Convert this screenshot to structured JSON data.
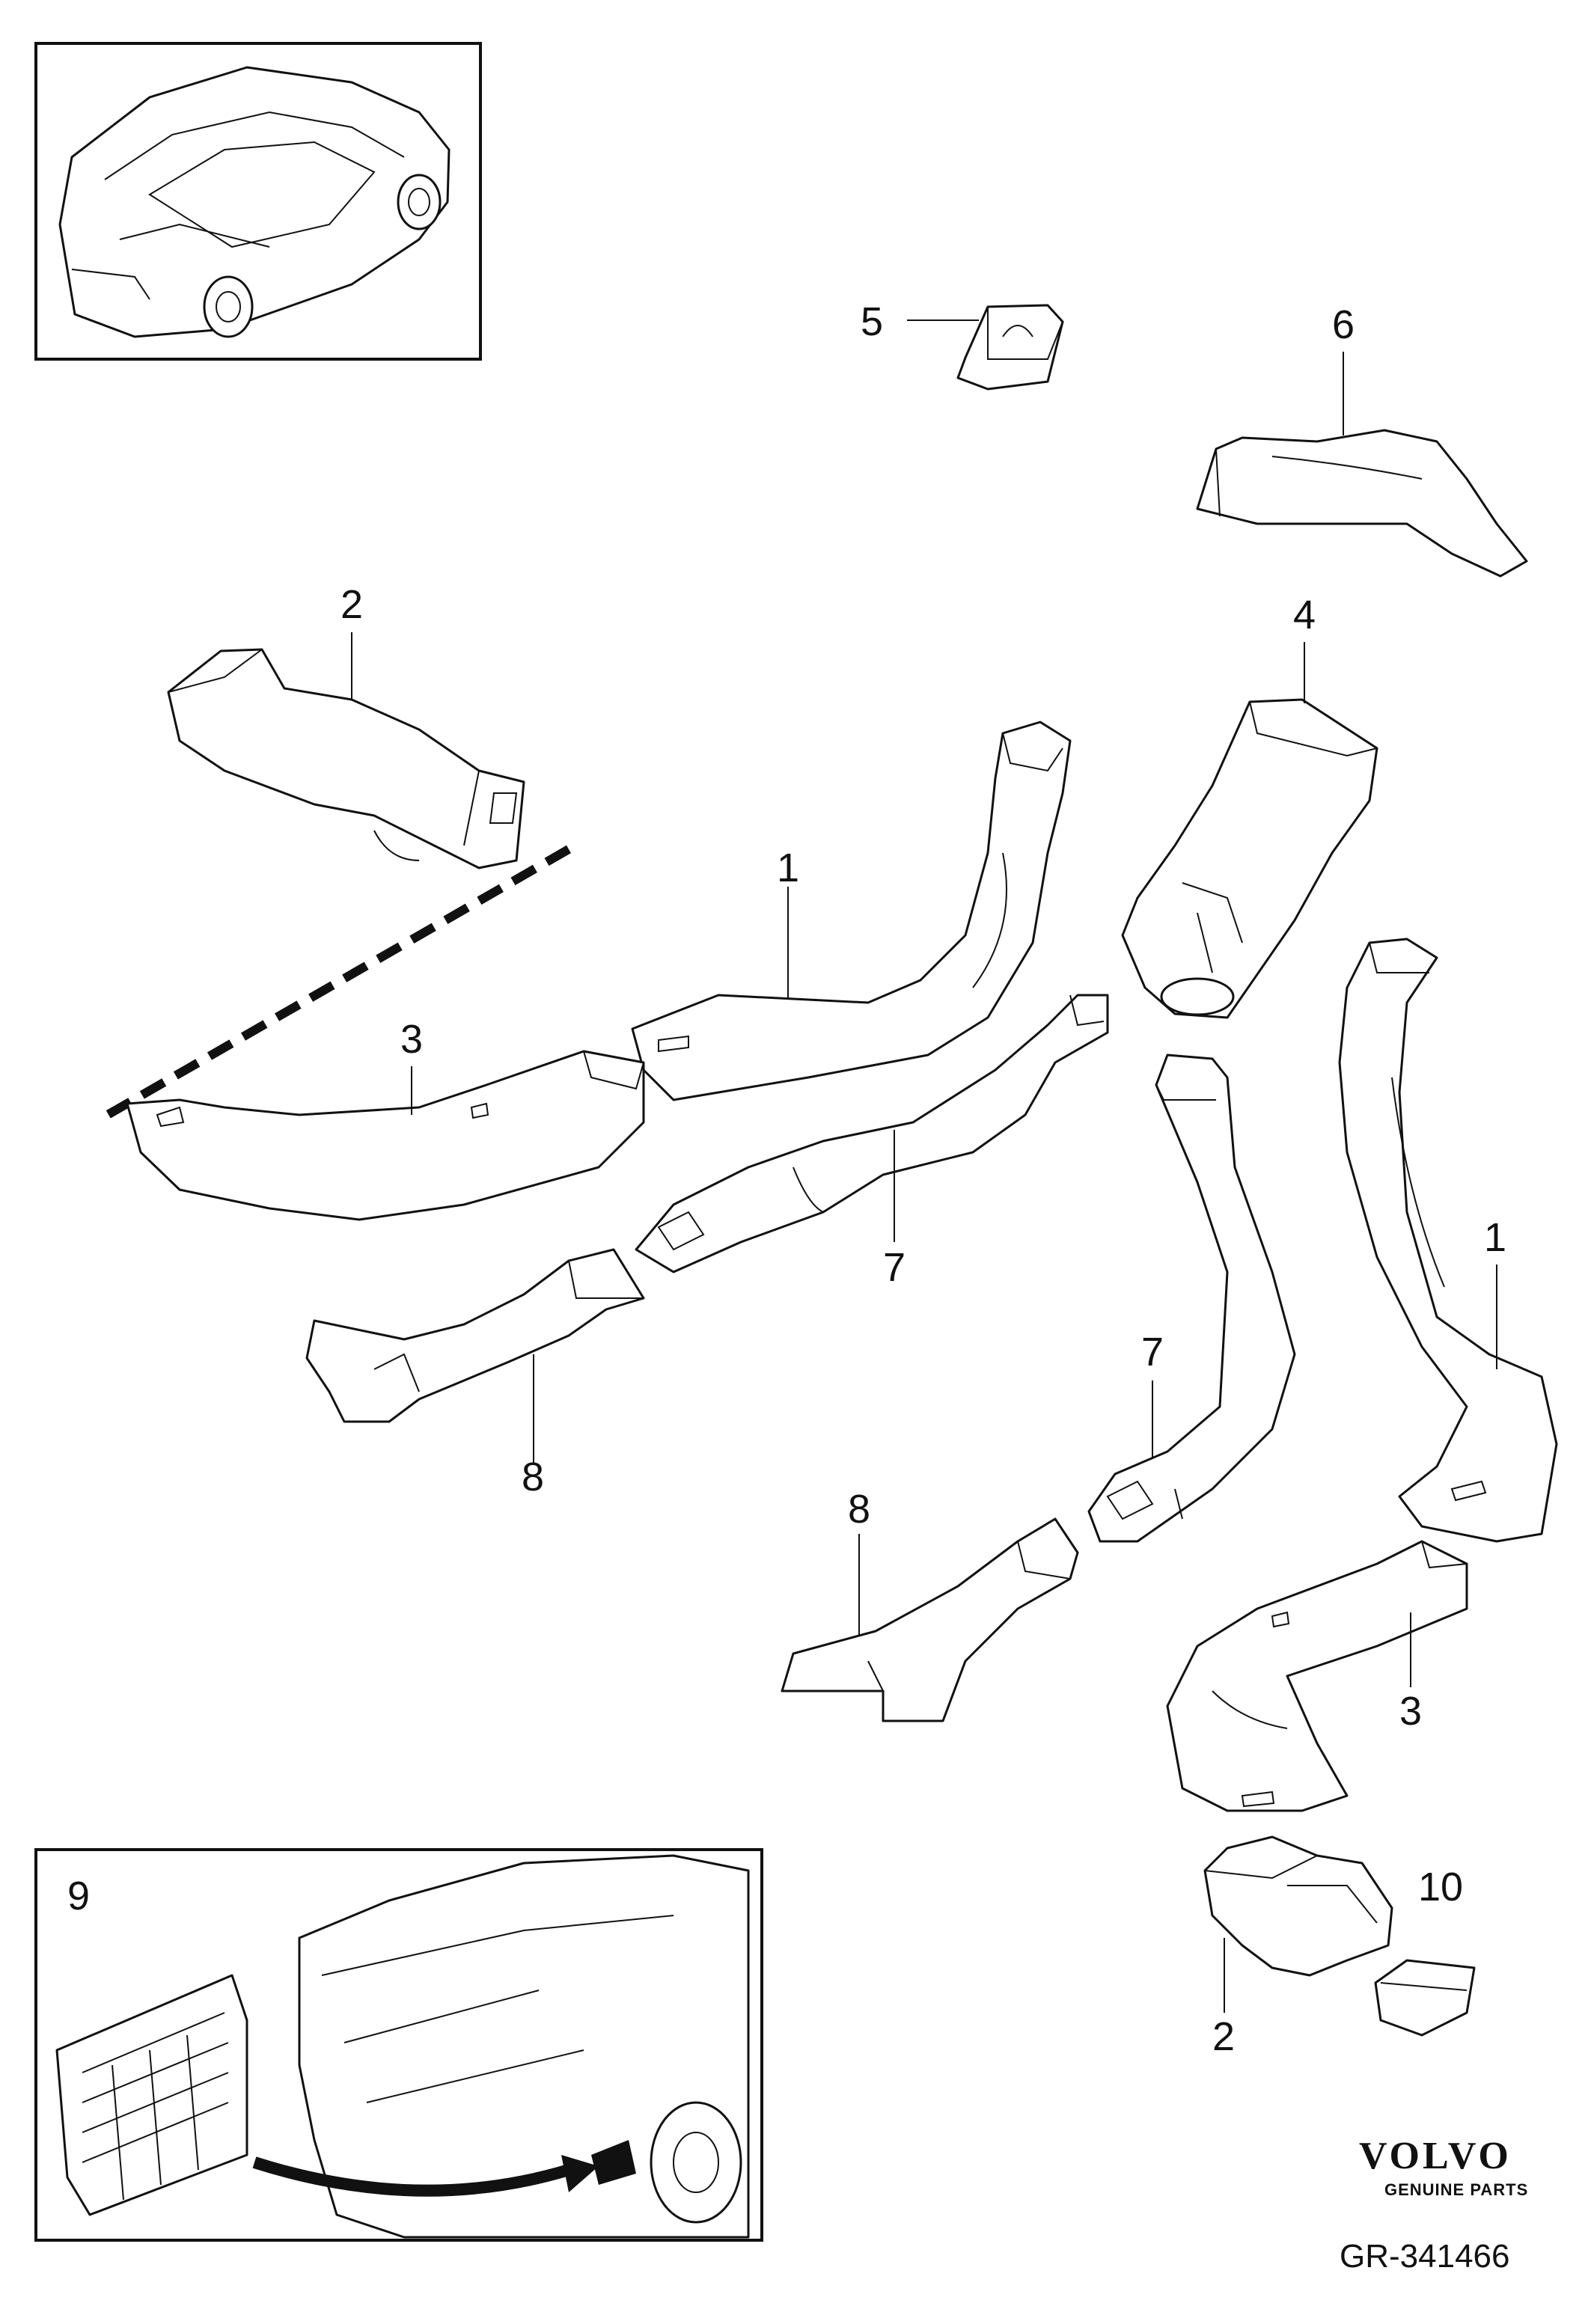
{
  "callouts": [
    "1",
    "2",
    "3",
    "4",
    "5",
    "6",
    "7",
    "8",
    "9",
    "10"
  ],
  "branding": {
    "logo": "VOLVO",
    "tagline": "GENUINE PARTS",
    "reference": "GR-341466"
  },
  "icons": {
    "car_overview": "sedan-top-view-icon",
    "vent_detail": "rear-bumper-vent-icon"
  }
}
